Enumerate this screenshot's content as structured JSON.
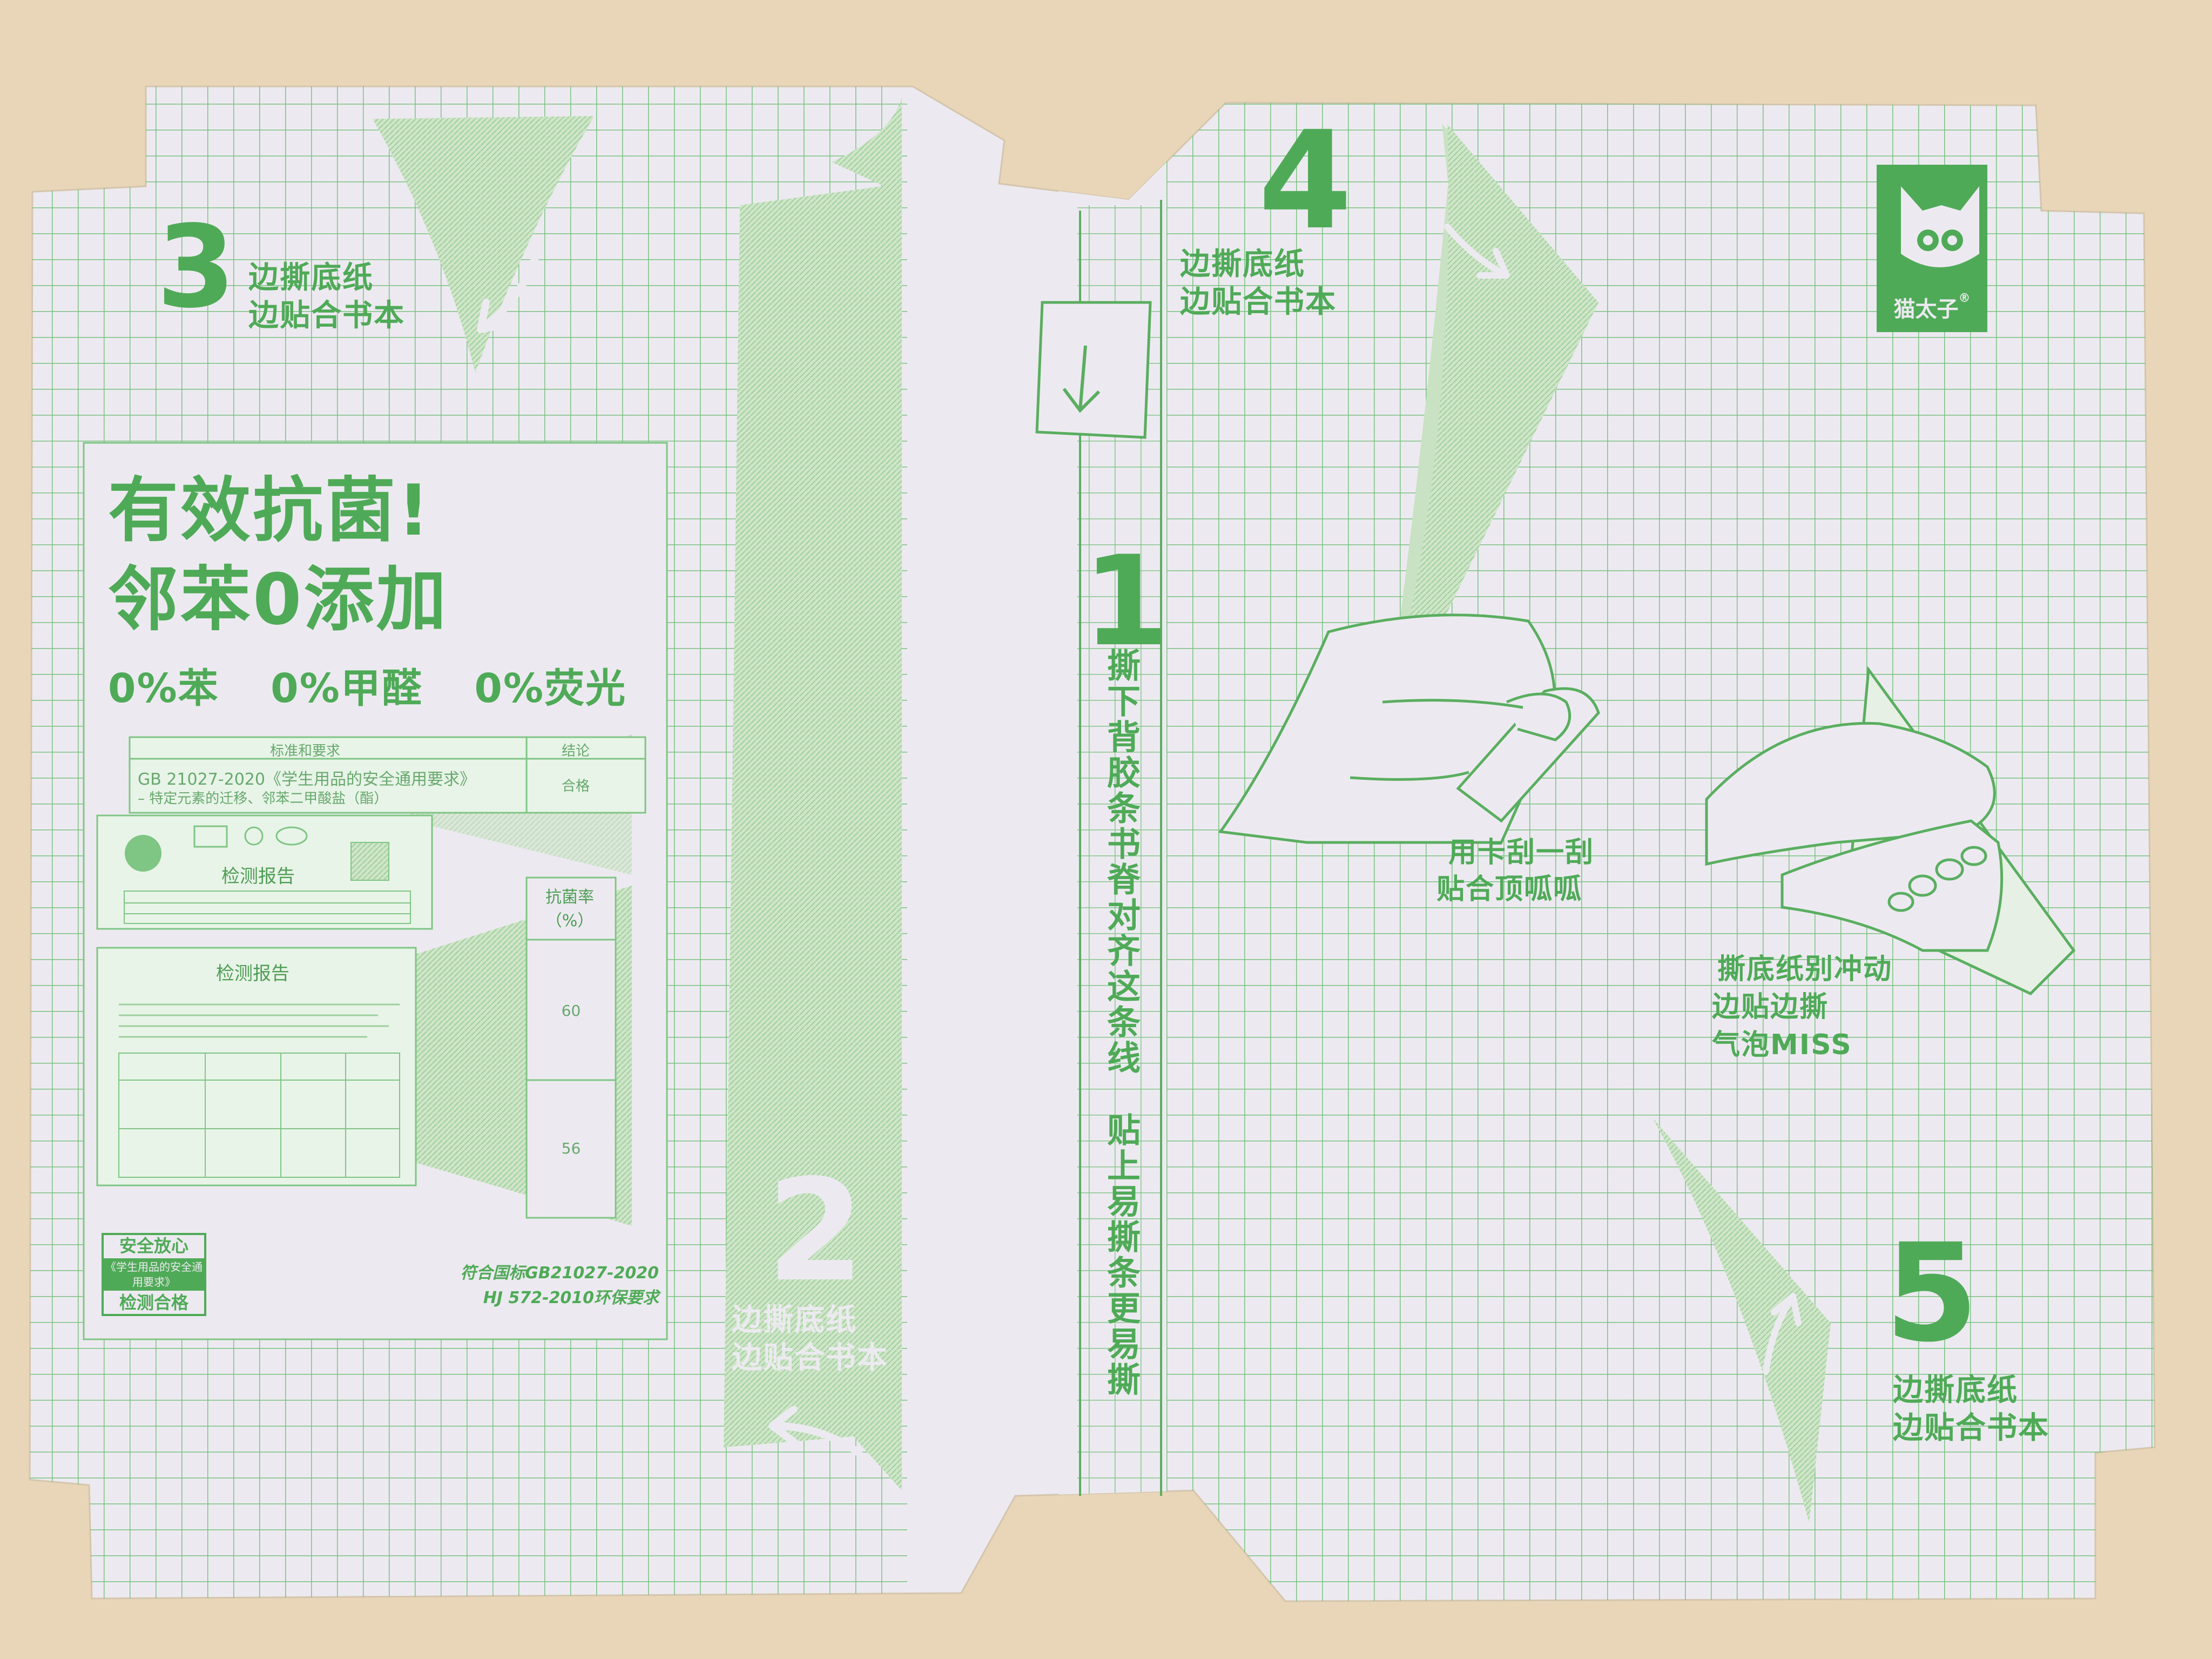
{
  "brand": {
    "name": "猫太子",
    "mark": "®",
    "icon": "owl-logo-icon"
  },
  "colors": {
    "green": "#4faa57",
    "paper": "#eceaf0",
    "grid": "#6cbc72",
    "table": "#e8f4e8",
    "desk": "#e9d6b8"
  },
  "step1": {
    "number": "1",
    "text1": "撕下背胶条书脊对齐这条线",
    "text2": "贴上易撕条更易撕"
  },
  "step2": {
    "number": "2",
    "line1": "边撕底纸",
    "line2": "边贴合书本"
  },
  "step3": {
    "number": "3",
    "line1": "边撕底纸",
    "line2": "边贴合书本"
  },
  "step4": {
    "number": "4",
    "line1": "边撕底纸",
    "line2": "边贴合书本"
  },
  "step5": {
    "number": "5",
    "line1": "边撕底纸",
    "line2": "边贴合书本"
  },
  "antibacterial": {
    "headline1": "有效抗菌!",
    "headline2": "邻苯0添加",
    "claims": [
      "0%苯",
      "0%甲醛",
      "0%荧光"
    ],
    "table_header": [
      "标准和要求",
      "结论"
    ],
    "standard": "GB 21027-2020《学生用品的安全通用要求》",
    "standard_sub": "– 特定元素的迁移、邻苯二甲酸盐（酯）",
    "conclusion": "合格",
    "report_title": "检测报告",
    "rate_header": "抗菌率（%）",
    "rate_values": [
      "60",
      "56"
    ],
    "seal_lines": [
      "安全放心",
      "《学生用品的安全通用要求》",
      "检测合格"
    ],
    "compliance_lines": [
      "符合国标GB21027-2020",
      "HJ 572-2010环保要求"
    ]
  },
  "tips": {
    "scrape_line1": "用卡刮一刮",
    "scrape_line2": "贴合顶呱呱",
    "peel_line1": "撕底纸别冲动",
    "peel_line2": "边贴边撕",
    "peel_line3": "气泡MISS"
  }
}
